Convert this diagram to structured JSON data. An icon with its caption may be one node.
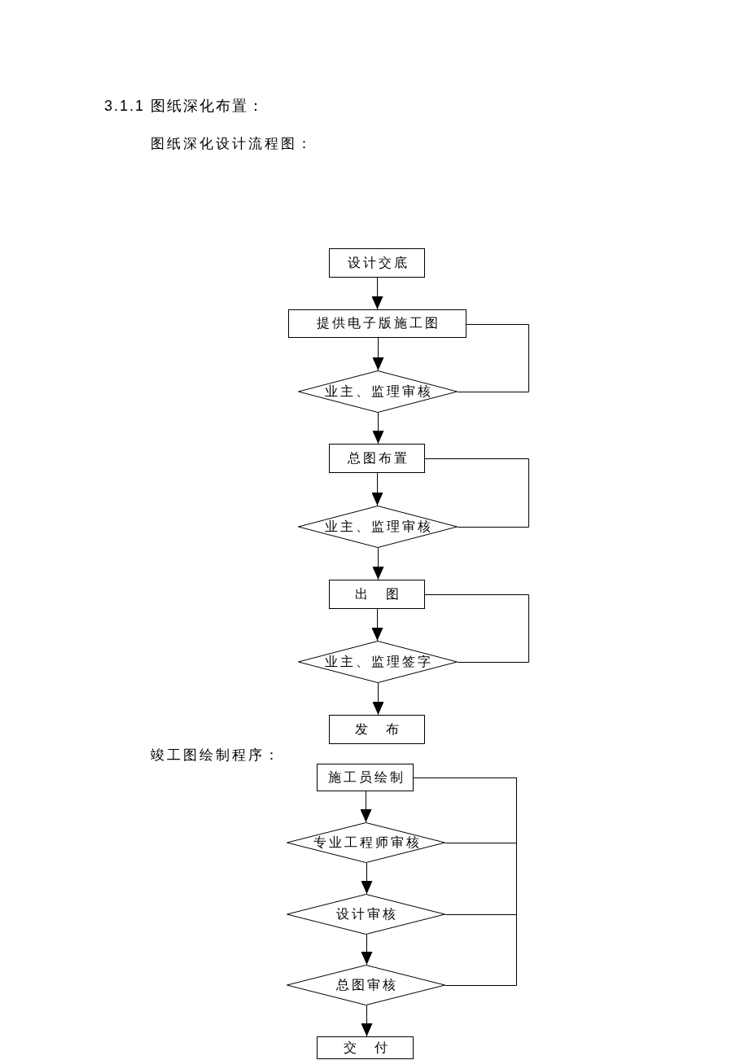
{
  "diagram": {
    "title": "3.1.1 图纸深化布置：",
    "nodes": [
      {
        "text": [
          "设计交底"
        ]
      },
      {
        "text": [
          "提供电子版施工图"
        ]
      },
      {
        "text": [
          "业主、监理审核"
        ]
      },
      {
        "text": [
          "总图布置"
        ]
      },
      {
        "text": [
          "业主、监理审核"
        ]
      },
      {
        "text": [
          "出　图"
        ]
      },
      {
        "text": [
          "业主、监理签字"
        ]
      },
      {
        "text": [
          "发　布"
        ]
      },
      {
        "text": [
          "施工员绘制"
        ]
      },
      {
        "text": [
          "专业工程师审核"
        ]
      },
      {
        "text": [
          "设计审核"
        ]
      },
      {
        "text": [
          "总图审核"
        ]
      },
      {
        "text": [
          "交　付"
        ]
      }
    ],
    "edges": [
      {
        "from": 0,
        "to": 1,
        "arrow": "to"
      },
      {
        "from": 1,
        "to": 2,
        "arrow": "to"
      },
      {
        "from": 2,
        "to": 3,
        "arrow": "to"
      },
      {
        "from": 3,
        "to": 4,
        "arrow": "to"
      },
      {
        "from": 4,
        "to": 5,
        "arrow": "to"
      },
      {
        "from": 5,
        "to": 6,
        "arrow": "to"
      },
      {
        "from": 6,
        "to": 7,
        "arrow": "to"
      },
      {
        "from": 2,
        "to": 1,
        "arrow": "none"
      },
      {
        "from": 4,
        "to": 3,
        "arrow": "none"
      },
      {
        "from": 6,
        "to": 5,
        "arrow": "none"
      },
      {
        "from": 8,
        "to": 9,
        "arrow": "to"
      },
      {
        "from": 9,
        "to": 10,
        "arrow": "to"
      },
      {
        "from": 10,
        "to": 11,
        "arrow": "to"
      },
      {
        "from": 11,
        "to": 12,
        "arrow": "to"
      },
      {
        "from": 9,
        "to": 8,
        "arrow": "none"
      },
      {
        "from": 10,
        "to": 8,
        "arrow": "none"
      },
      {
        "from": 11,
        "to": 8,
        "arrow": "none"
      }
    ],
    "labels": [
      "图纸深化设计流程图：",
      "竣工图绘制程序："
    ]
  }
}
